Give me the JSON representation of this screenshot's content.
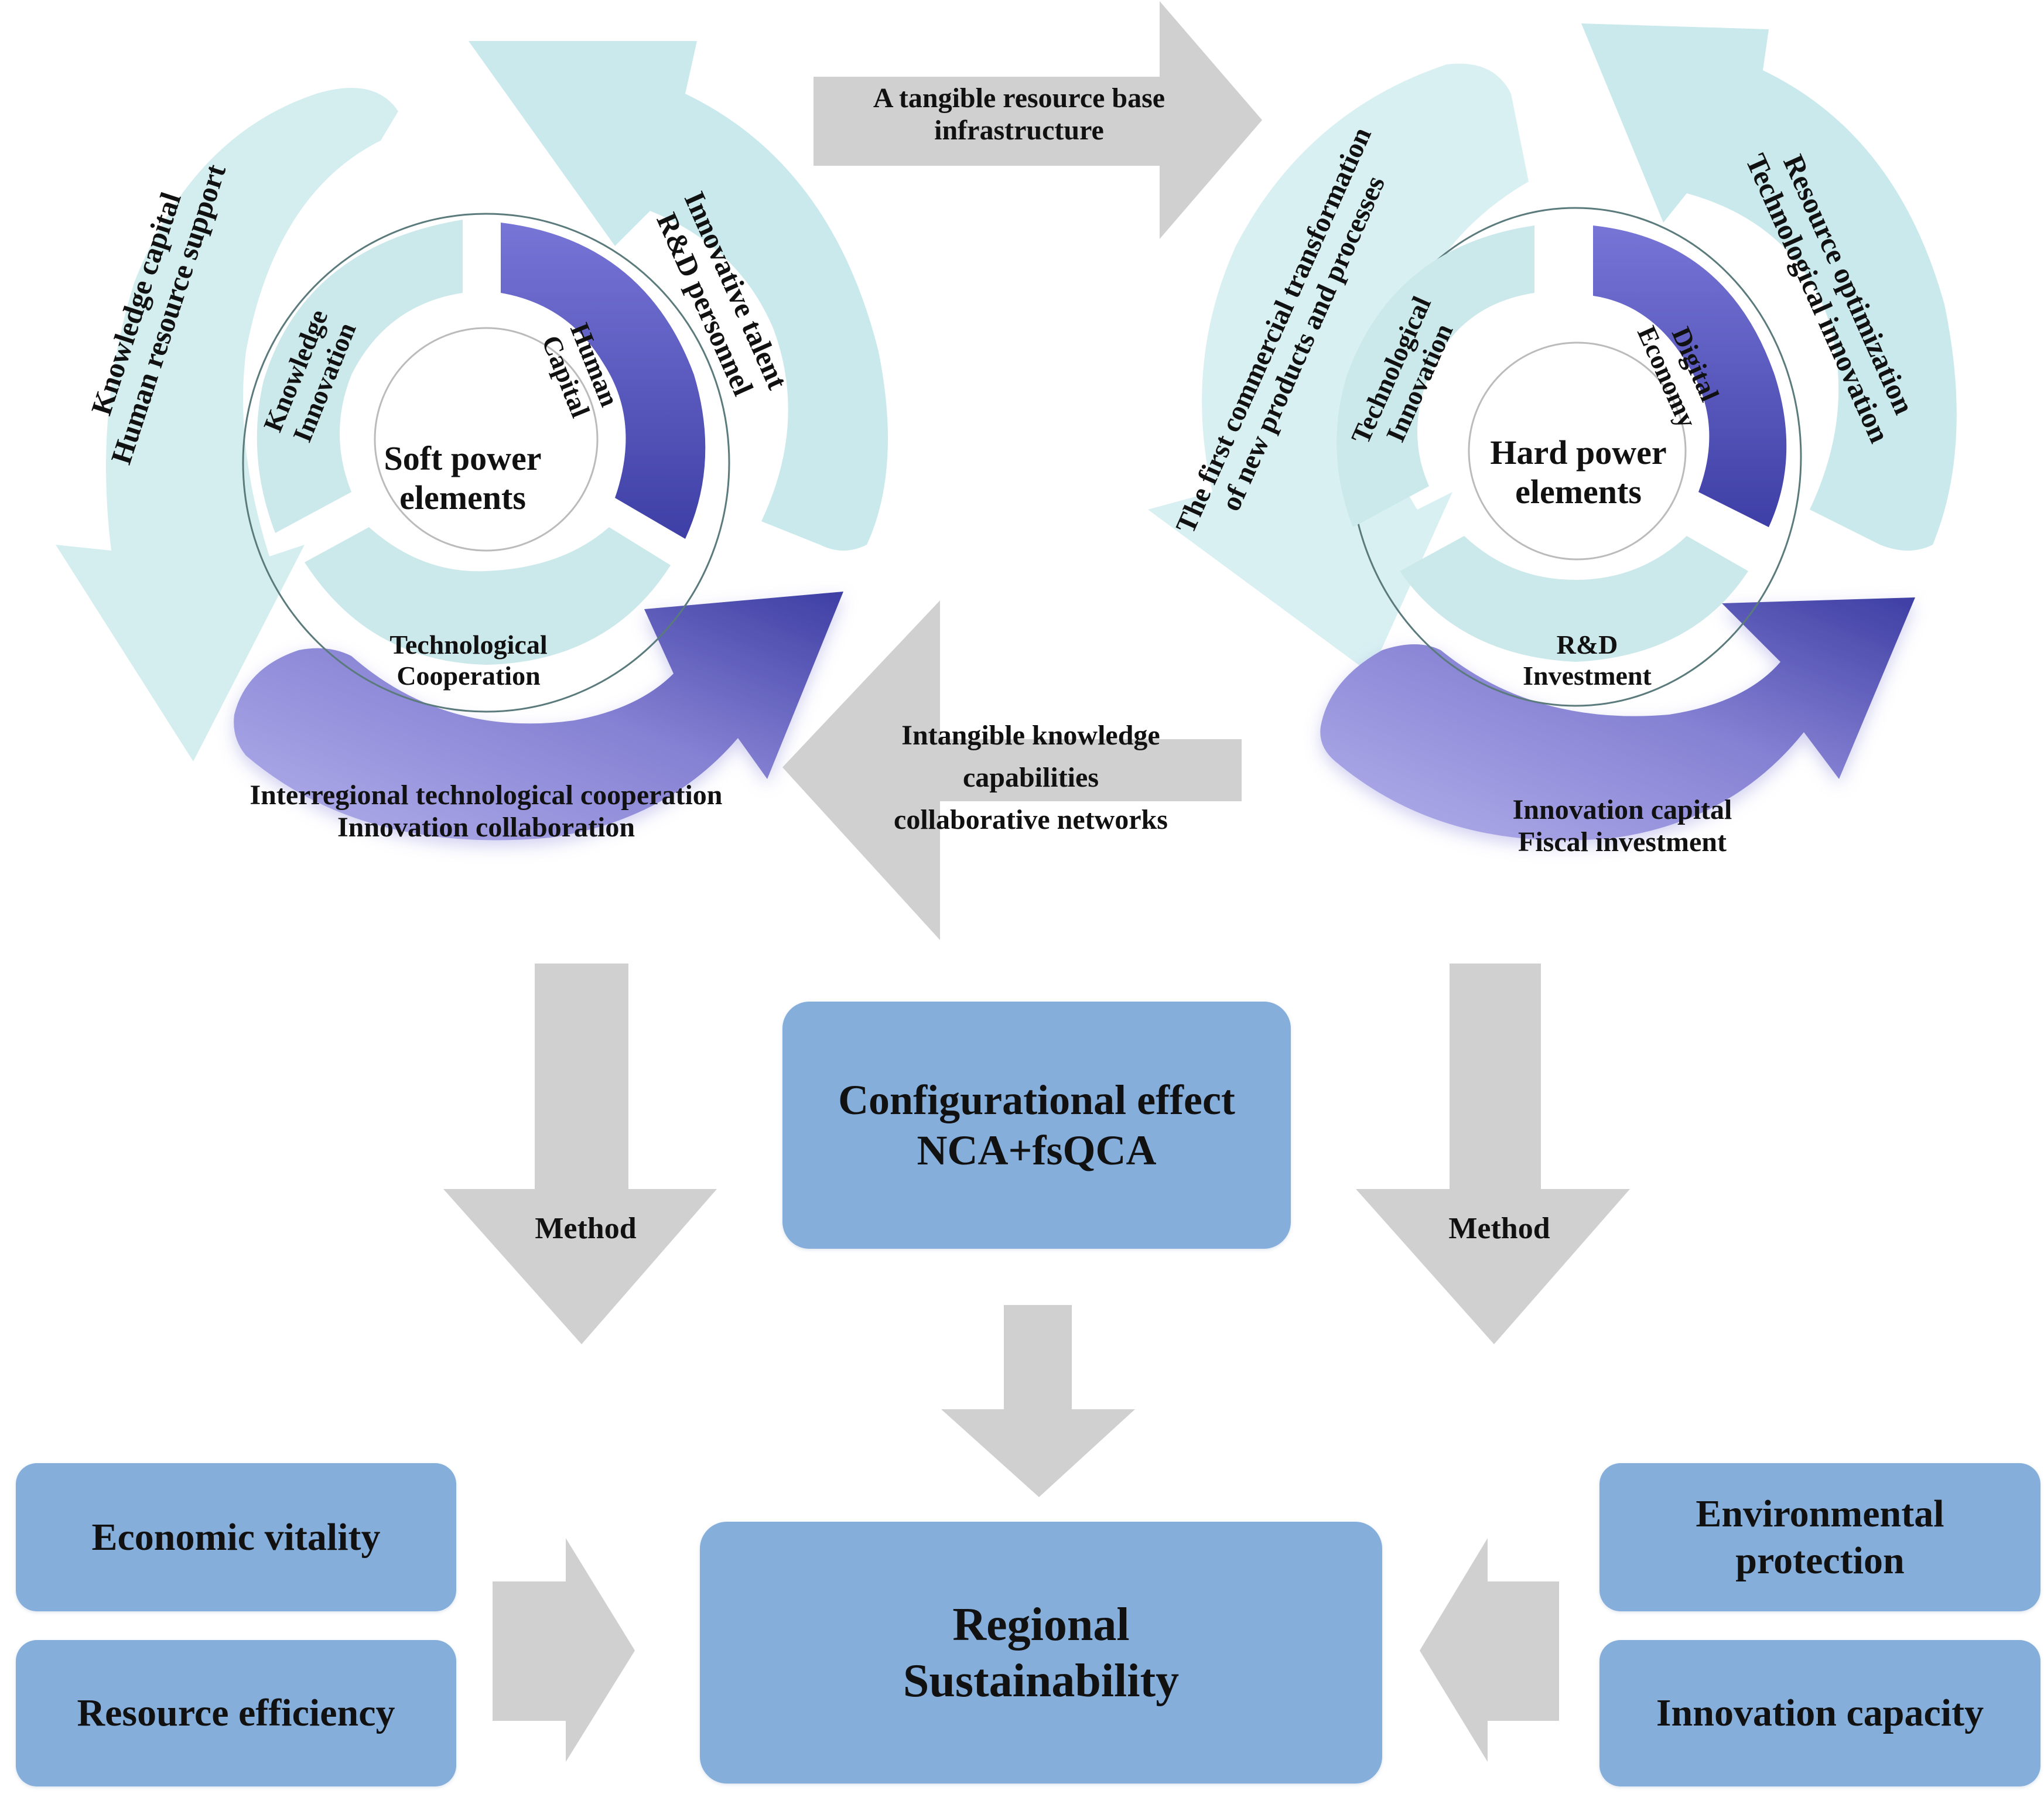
{
  "colors": {
    "light_arrow": "#c5e7ea",
    "light_arrow_faint": "#dff1f3",
    "inner_segment": "#cfeaec",
    "purple_dark": "#3e3fa6",
    "purple_light": "#a9a6e6",
    "gray_arrow": "#d0d0d0",
    "box_blue": "#85aedb"
  },
  "soft_cycle": {
    "center_title": [
      "Soft power",
      "elements"
    ],
    "segments": {
      "knowledge_innovation": [
        "Knowledge",
        "Innovation"
      ],
      "human_capital": [
        "Human",
        "Capital"
      ],
      "technological_cooperation": [
        "Technological",
        "Cooperation"
      ]
    },
    "outer_arrows": {
      "left": [
        "Knowledge capital",
        "Human resource support"
      ],
      "top_right": [
        "Innovative talent",
        "R&D personnel"
      ],
      "bottom": [
        "Interregional technological cooperation",
        "Innovation collaboration"
      ]
    }
  },
  "hard_cycle": {
    "center_title": [
      "Hard power",
      "elements"
    ],
    "segments": {
      "technological_innovation": [
        "Technological",
        "Innovation"
      ],
      "digital_economy": [
        "Digital",
        "Economy"
      ],
      "rd_investment": [
        "R&D",
        "Investment"
      ]
    },
    "outer_arrows": {
      "left": [
        "The first commercial transformation",
        "of new products and processes"
      ],
      "top_right": [
        "Resource optimization",
        "Technological innovation"
      ],
      "bottom": [
        "Innovation capital",
        "Fiscal investment"
      ]
    }
  },
  "connectors": {
    "tangible": [
      "A tangible resource base",
      "infrastructure"
    ],
    "intangible": [
      "Intangible knowledge",
      "capabilities",
      "collaborative networks"
    ],
    "method_left": "Method",
    "method_right": "Method"
  },
  "config_box": [
    "Configurational effect",
    "NCA+fsQCA"
  ],
  "outcome_box": [
    "Regional",
    "Sustainability"
  ],
  "dimensions": {
    "left": [
      "Economic vitality",
      "Resource efficiency"
    ],
    "right_top": [
      "Environmental",
      "protection"
    ],
    "right_bottom": "Innovation capacity"
  }
}
